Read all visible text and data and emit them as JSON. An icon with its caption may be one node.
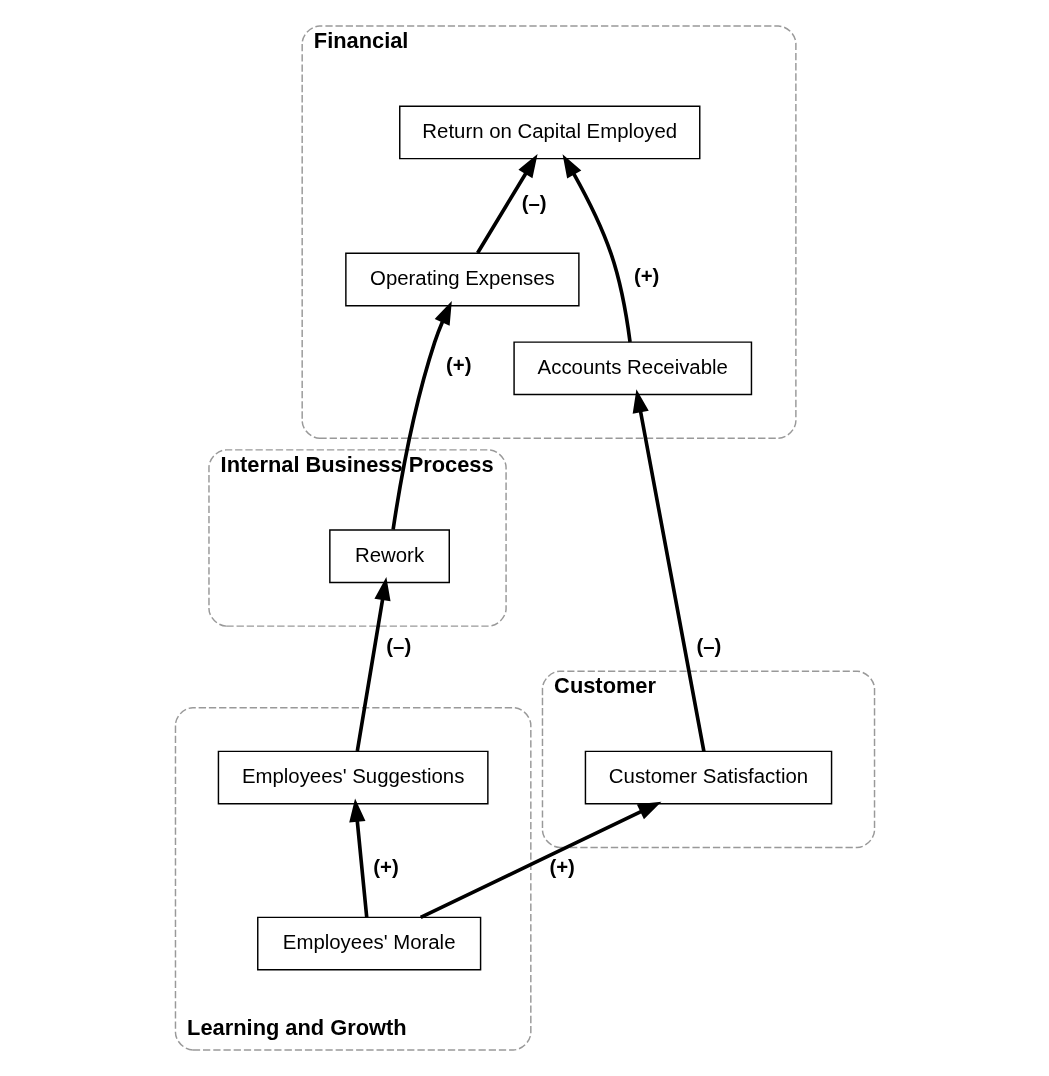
{
  "diagram": {
    "nodes": [
      {
        "text": [
          "Financial"
        ]
      },
      {
        "text": [
          "Accounts Receivable"
        ],
        "in": 0
      },
      {
        "text": [
          "Return on Capital Employed"
        ],
        "in": 0
      },
      {
        "text": [
          "Operating Expenses"
        ],
        "in": 0
      },
      {
        "text": [
          "Customer"
        ]
      },
      {
        "text": [
          "Customer Satisfaction"
        ],
        "in": 4
      },
      {
        "text": [
          "Internal Business Process"
        ]
      },
      {
        "text": [
          "Rework"
        ],
        "in": 6
      },
      {
        "text": [
          "Learning and Growth"
        ]
      },
      {
        "text": [
          "Employees' Suggestions"
        ],
        "in": 8
      },
      {
        "text": [
          "Employees' Morale"
        ],
        "in": 8
      }
    ],
    "edges": [
      {
        "from": 1,
        "to": 2,
        "arrow": "to",
        "label": "(+)"
      },
      {
        "from": 3,
        "to": 2,
        "arrow": "to",
        "label": "(–)"
      },
      {
        "from": 5,
        "to": 1,
        "arrow": "to",
        "label": "(–)"
      },
      {
        "from": 7,
        "to": 3,
        "arrow": "to",
        "label": "(+)"
      },
      {
        "from": 10,
        "to": 5,
        "arrow": "to",
        "label": "(+)"
      },
      {
        "from": 9,
        "to": 7,
        "arrow": "to",
        "label": "(–)"
      },
      {
        "from": 10,
        "to": 9,
        "arrow": "to",
        "label": "(+)"
      }
    ]
  }
}
